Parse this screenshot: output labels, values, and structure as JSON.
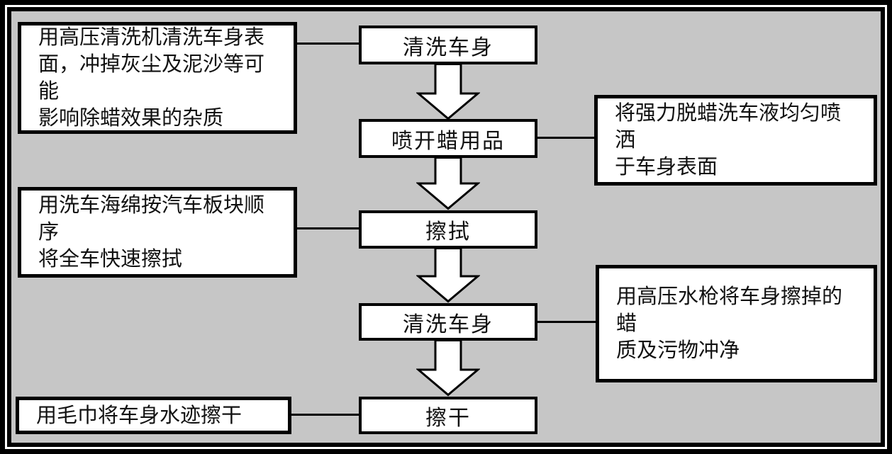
{
  "diagram": {
    "title": "car-wax-removal-wash-flowchart",
    "background_color": "#c6c6c6",
    "box_fill": "#ffffff",
    "line_color": "#000000"
  },
  "steps": [
    {
      "id": 1,
      "label": "清洗车身"
    },
    {
      "id": 2,
      "label": "喷开蜡用品"
    },
    {
      "id": 3,
      "label": "擦拭"
    },
    {
      "id": 4,
      "label": "清洗车身"
    },
    {
      "id": 5,
      "label": "擦干"
    }
  ],
  "annotations": [
    {
      "side": "left",
      "connects_to_step": 1,
      "text": "用高压清洗机清洗车身表\n面，冲掉灰尘及泥沙等可能\n影响除蜡效果的杂质"
    },
    {
      "side": "right",
      "connects_to_step": 2,
      "text": "将强力脱蜡洗车液均匀喷洒\n于车身表面"
    },
    {
      "side": "left",
      "connects_to_step": 3,
      "text": "用洗车海绵按汽车板块顺序\n将全车快速擦拭"
    },
    {
      "side": "right",
      "connects_to_step": 4,
      "text": "用高压水枪将车身擦掉的蜡\n质及污物冲净"
    },
    {
      "side": "left",
      "connects_to_step": 5,
      "text": "用毛巾将车身水迹擦干"
    }
  ],
  "flow_order": [
    "清洗车身",
    "喷开蜡用品",
    "擦拭",
    "清洗车身",
    "擦干"
  ]
}
